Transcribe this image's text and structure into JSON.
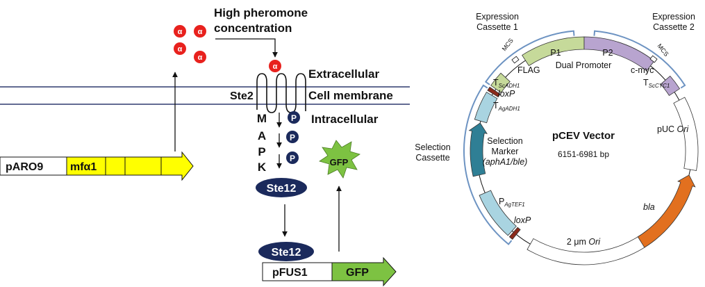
{
  "signaling": {
    "high_pheromone": "High pheromone",
    "concentration": "concentration",
    "alpha": "α",
    "extracellular": "Extracellular",
    "cell_membrane": "Cell membrane",
    "intracellular": "Intracellular",
    "receptor": "Ste2",
    "mapk_letters": [
      "M",
      "A",
      "P",
      "K"
    ],
    "phospho": "P",
    "ste12": "Ste12",
    "paro9": "pARO9",
    "mfa1": "mfα1",
    "gfp_burst": "GFP",
    "pfus1": "pFUS1",
    "gfp_gene": "GFP"
  },
  "plasmid": {
    "title": "pCEV Vector",
    "size": "6151-6981 bp",
    "expression_cassette_1": [
      "Expression",
      "Cassette 1"
    ],
    "expression_cassette_2": [
      "Expression",
      "Cassette 2"
    ],
    "selection_cassette": [
      "Selection",
      "Cassette"
    ],
    "mcs": "MCS",
    "p1": "P1",
    "p2": "P2",
    "dual_promoter": "Dual Promoter",
    "flag": "FLAG",
    "cmyc": "c-myc",
    "t_scadh1": {
      "main": "T",
      "sub": "ScADH1"
    },
    "t_sccyc1": {
      "main": "T",
      "sub": "ScCYC1"
    },
    "loxp": "loxP",
    "t_agadh1": {
      "main": "T",
      "sub": "AgADH1"
    },
    "selection_marker": [
      "Selection",
      "Marker",
      "(aphA1/ble)"
    ],
    "p_agtef1": {
      "main": "P",
      "sub": "AgTEF1"
    },
    "puc_ori": {
      "main": "pUC ",
      "italic": "Ori"
    },
    "bla": "bla",
    "two_micron_ori": {
      "main": "2 μm ",
      "italic": "Ori"
    }
  },
  "colors": {
    "alpha_red": "#e8211d",
    "yellow": "#ffff00",
    "green": "#7dc242",
    "navy": "#1b2a5c",
    "membrane": "#2e3a6e",
    "promoter_green": "#c6da9a",
    "promoter_purple": "#b8a4cf",
    "selection_blue": "#a9d4e1",
    "marker_teal": "#2f7f95",
    "bla_orange": "#e2701f",
    "bracket_blue": "#6d93c2",
    "lox_brown": "#8b2a1b"
  }
}
